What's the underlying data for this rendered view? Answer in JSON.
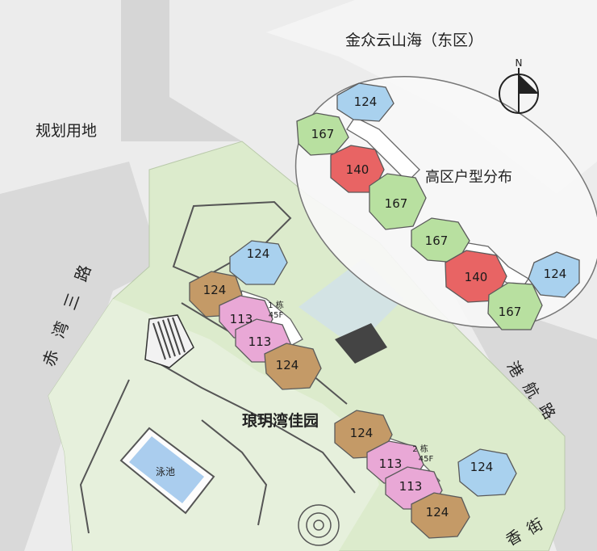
{
  "labels": {
    "north": "N",
    "east_district": "金众云山海（东区）",
    "planned_land": "规划用地",
    "high_zone": "高区户型分布",
    "road_west": [
      "赤",
      "湾",
      "三",
      "路"
    ],
    "road_east": [
      "港",
      "航",
      "路"
    ],
    "road_south": [
      "香",
      "街"
    ],
    "garden": "琅玥湾佳园",
    "pool": "泳池",
    "tower1": [
      "1 栋",
      "45F"
    ],
    "tower2": [
      "2 栋",
      "45F"
    ]
  },
  "units": [
    {
      "id": "u1",
      "label": "124",
      "type": "124"
    },
    {
      "id": "u2",
      "label": "167",
      "type": "167"
    },
    {
      "id": "u3",
      "label": "140",
      "type": "140"
    },
    {
      "id": "u4",
      "label": "167",
      "type": "167"
    },
    {
      "id": "u5",
      "label": "167",
      "type": "167"
    },
    {
      "id": "u6",
      "label": "140",
      "type": "140"
    },
    {
      "id": "u7",
      "label": "124",
      "type": "124"
    },
    {
      "id": "u8",
      "label": "167",
      "type": "167"
    },
    {
      "id": "t1a",
      "label": "124",
      "type": "124"
    },
    {
      "id": "t1b",
      "label": "124",
      "type": "124b"
    },
    {
      "id": "t1c",
      "label": "113",
      "type": "113"
    },
    {
      "id": "t1d",
      "label": "113",
      "type": "113"
    },
    {
      "id": "t1e",
      "label": "124",
      "type": "124b"
    },
    {
      "id": "t2a",
      "label": "124",
      "type": "124b"
    },
    {
      "id": "t2b",
      "label": "113",
      "type": "113"
    },
    {
      "id": "t2c",
      "label": "113",
      "type": "113"
    },
    {
      "id": "t2d",
      "label": "124",
      "type": "124"
    },
    {
      "id": "t2e",
      "label": "124",
      "type": "124b"
    }
  ],
  "colors": {
    "124": "#a9d1ee",
    "167": "#b8e0a0",
    "140": "#e86464",
    "124b": "#c49a67",
    "113": "#e9a8d6",
    "green_area": "#dcebcc",
    "road": "#d7d7d7",
    "bg": "#ededed"
  }
}
